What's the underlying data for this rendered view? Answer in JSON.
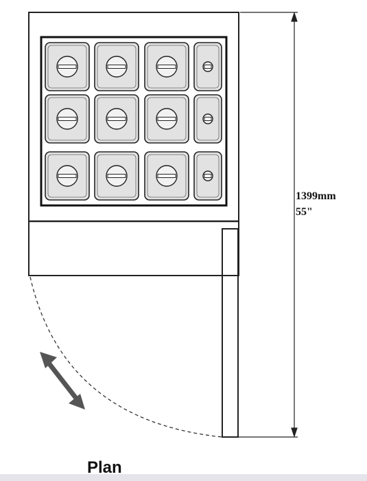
{
  "diagram": {
    "dimension": {
      "metric": "1399mm",
      "imperial": "55\""
    },
    "label": "Plan",
    "pan_grid": {
      "rows": 3,
      "columns": [
        {
          "type": "large"
        },
        {
          "type": "large"
        },
        {
          "type": "large"
        },
        {
          "type": "small"
        }
      ]
    },
    "colors": {
      "line": "#222222",
      "pan_fill": "#e2e2e2",
      "footer": "#e4e4ea"
    }
  }
}
